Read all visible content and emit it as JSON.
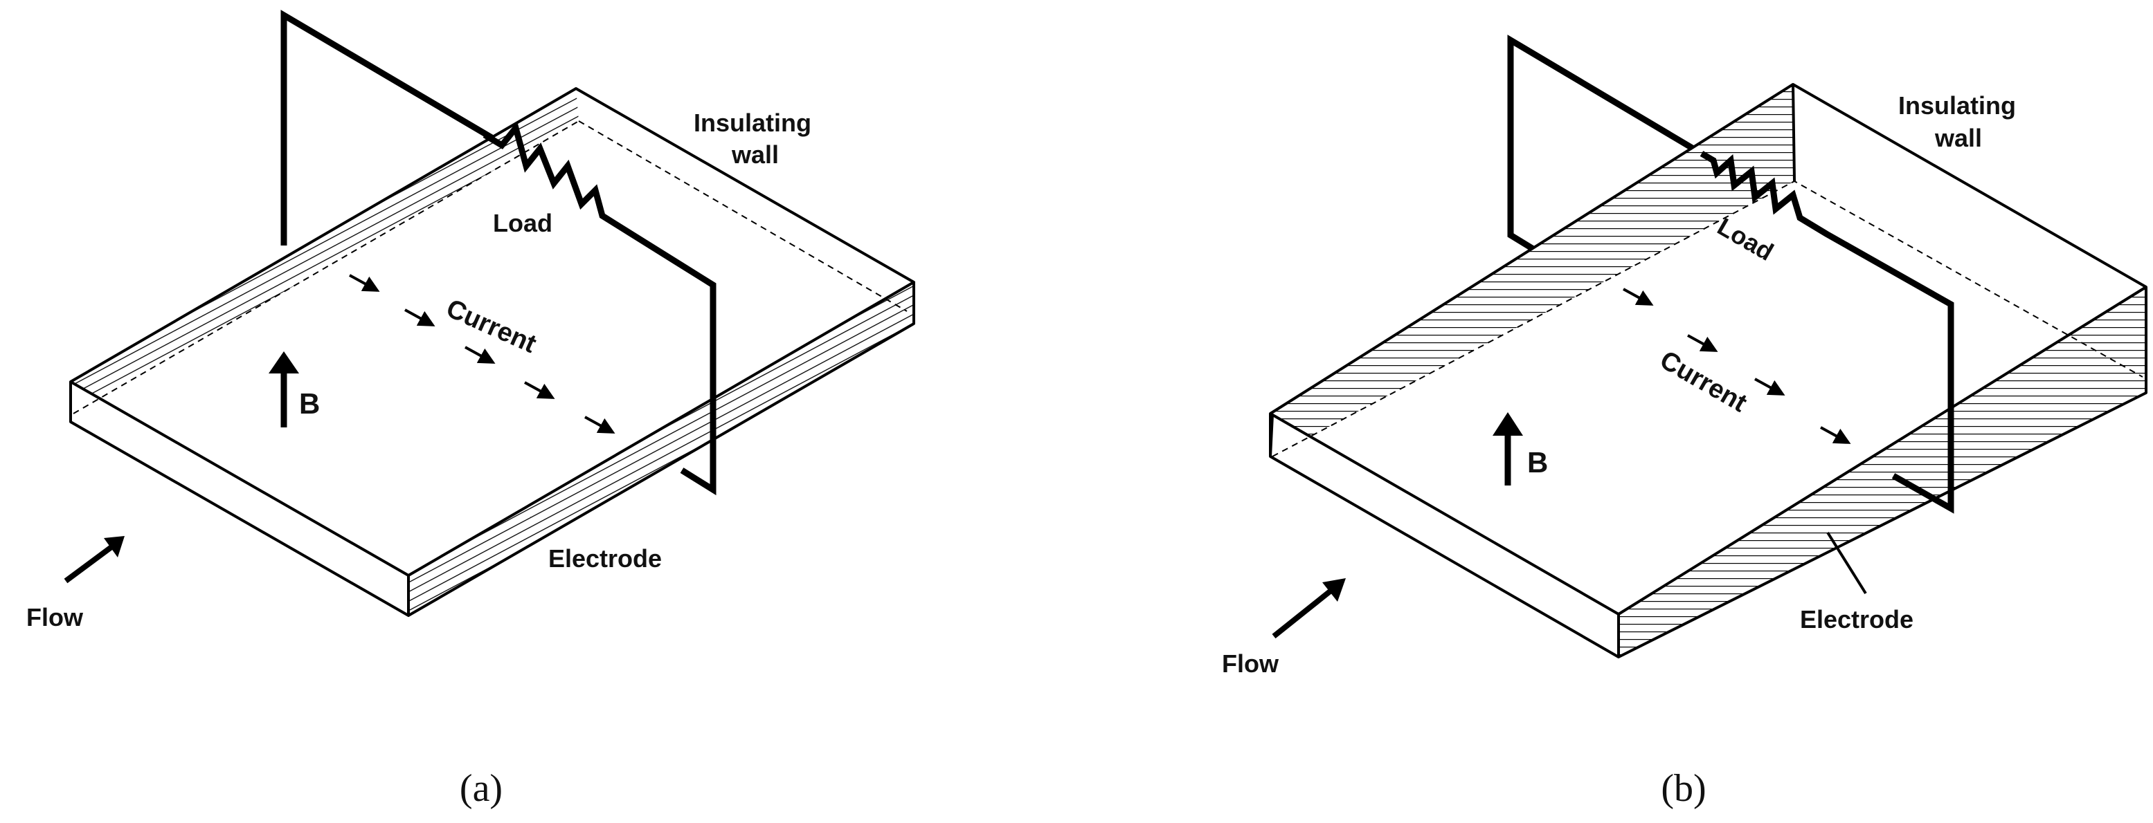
{
  "panel_a": {
    "label_insulating": "Insulating",
    "label_wall": "wall",
    "label_load": "Load",
    "label_current": "Current",
    "label_b": "B",
    "label_electrode": "Electrode",
    "label_flow": "Flow",
    "caption": "(a)"
  },
  "panel_b": {
    "label_insulating": "Insulating",
    "label_wall": "wall",
    "label_load": "Load",
    "label_current": "Current",
    "label_b": "B",
    "label_electrode": "Electrode",
    "label_flow": "Flow",
    "caption": "(b)"
  }
}
